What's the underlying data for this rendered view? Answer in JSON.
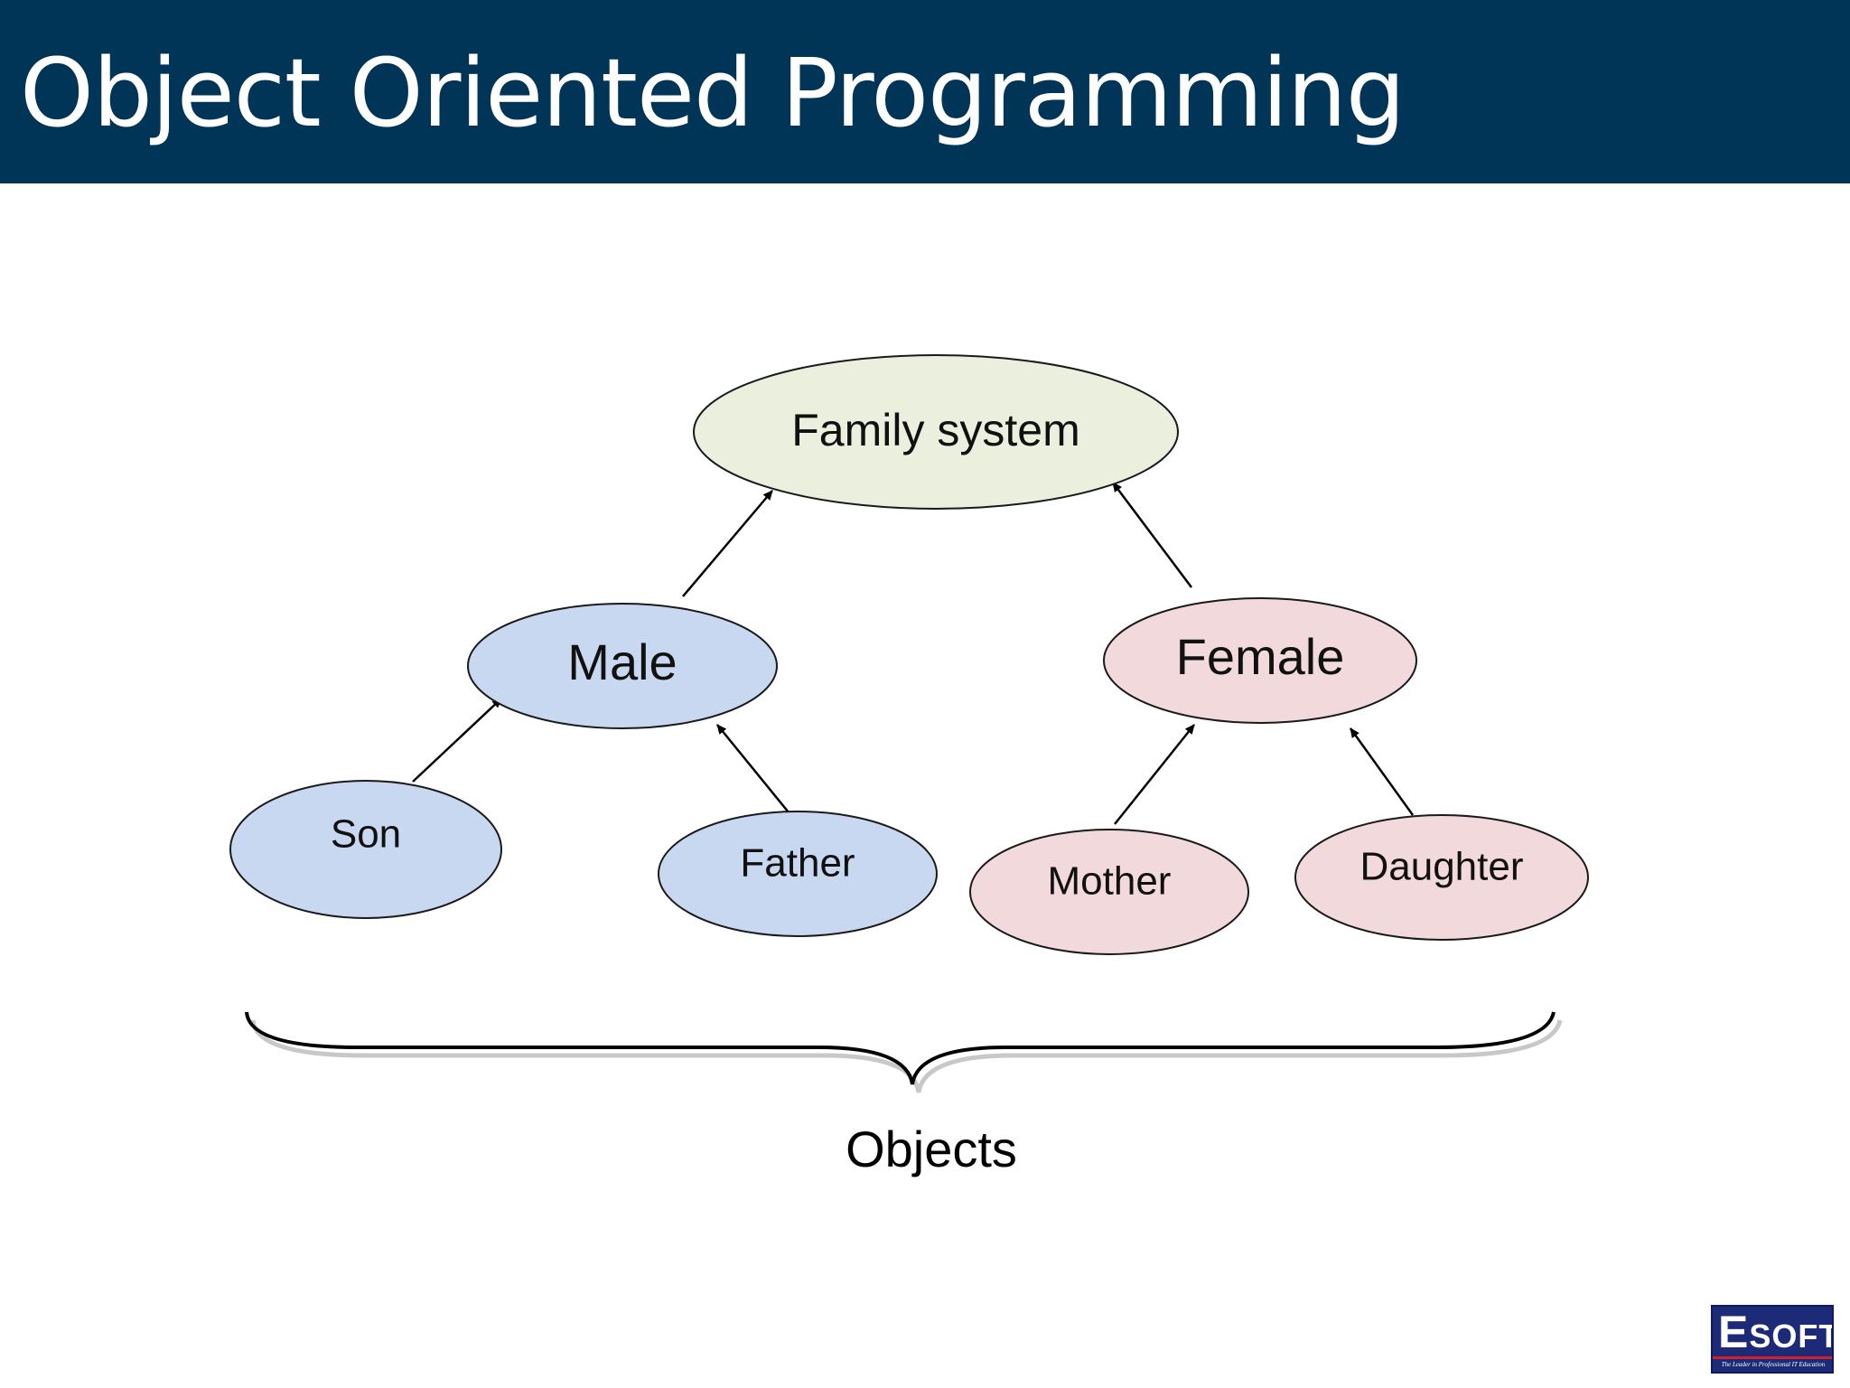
{
  "slide": {
    "title": "Object Oriented Programming"
  },
  "diagram": {
    "nodes": {
      "family": {
        "label": "Family system",
        "fill": "#ebefdd"
      },
      "male": {
        "label": "Male",
        "fill": "#c8d8f0"
      },
      "female": {
        "label": "Female",
        "fill": "#f2d9dc"
      },
      "son": {
        "label": "Son",
        "fill": "#c8d8f0"
      },
      "father": {
        "label": "Father",
        "fill": "#c8d8f0"
      },
      "mother": {
        "label": "Mother",
        "fill": "#f2d9dc"
      },
      "daughter": {
        "label": "Daughter",
        "fill": "#f2d9dc"
      }
    },
    "edges": [
      {
        "from": "male",
        "to": "family"
      },
      {
        "from": "female",
        "to": "family"
      },
      {
        "from": "son",
        "to": "male"
      },
      {
        "from": "father",
        "to": "male"
      },
      {
        "from": "mother",
        "to": "female"
      },
      {
        "from": "daughter",
        "to": "female"
      }
    ],
    "brace_label": "Objects"
  },
  "logo": {
    "brand": "ESOFT",
    "tagline": "The Leader in Professional IT Education"
  },
  "colors": {
    "title_bar": "#003557",
    "title_text": "#ffffff",
    "blue_node": "#c8d8f0",
    "pink_node": "#f2d9dc",
    "root_node": "#ebefdd",
    "logo_bg": "#1c2a78"
  }
}
